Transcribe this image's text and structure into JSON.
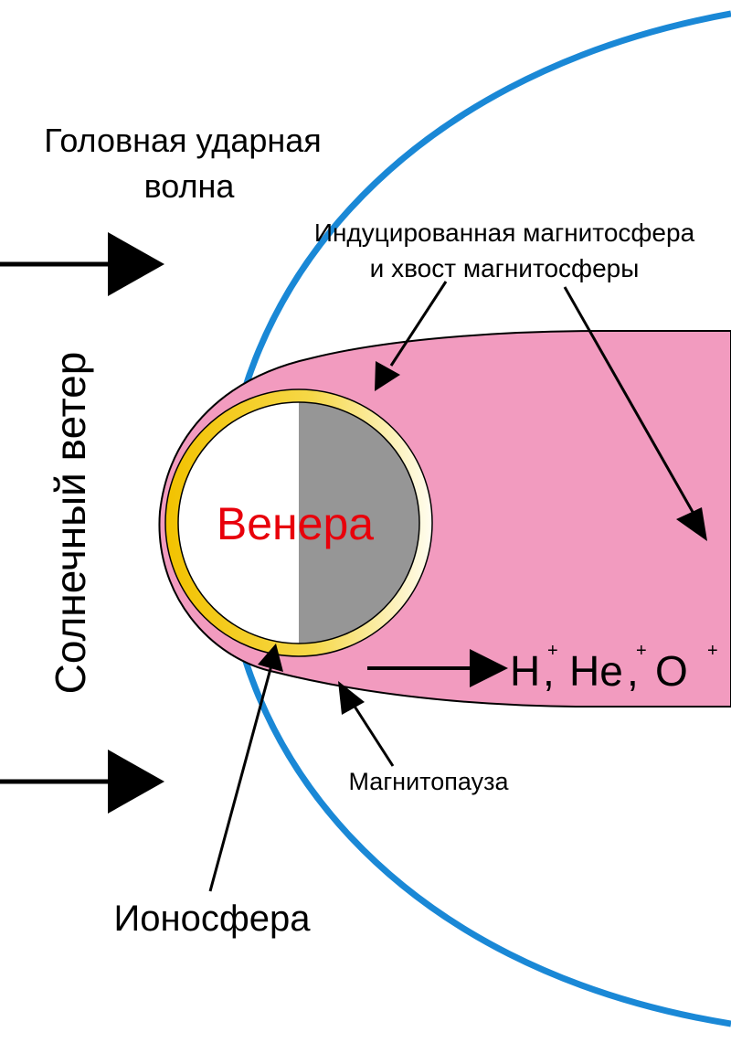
{
  "labels": {
    "bow_shock_line1": "Головная ударная",
    "bow_shock_line2": "волна",
    "induced_line1": "Индуцированная магнитосфера",
    "induced_line2": "и хвост магнитосферы",
    "solar_wind": "Солнечный ветер",
    "planet": "Венера",
    "magnetopause": "Магнитопауза",
    "ionosphere": "Ионосфера",
    "ion_h": "H",
    "ion_he": "He",
    "ion_o": "O",
    "plus": "+",
    "comma": ","
  },
  "colors": {
    "bow_shock": "#1a88d6",
    "magnetosphere": "#f29bbf",
    "ionosphere_ring": "#f2c200",
    "planet_day": "#ffffff",
    "planet_night": "#969696",
    "planet_label": "#e8000b",
    "arrows": "#000000"
  }
}
